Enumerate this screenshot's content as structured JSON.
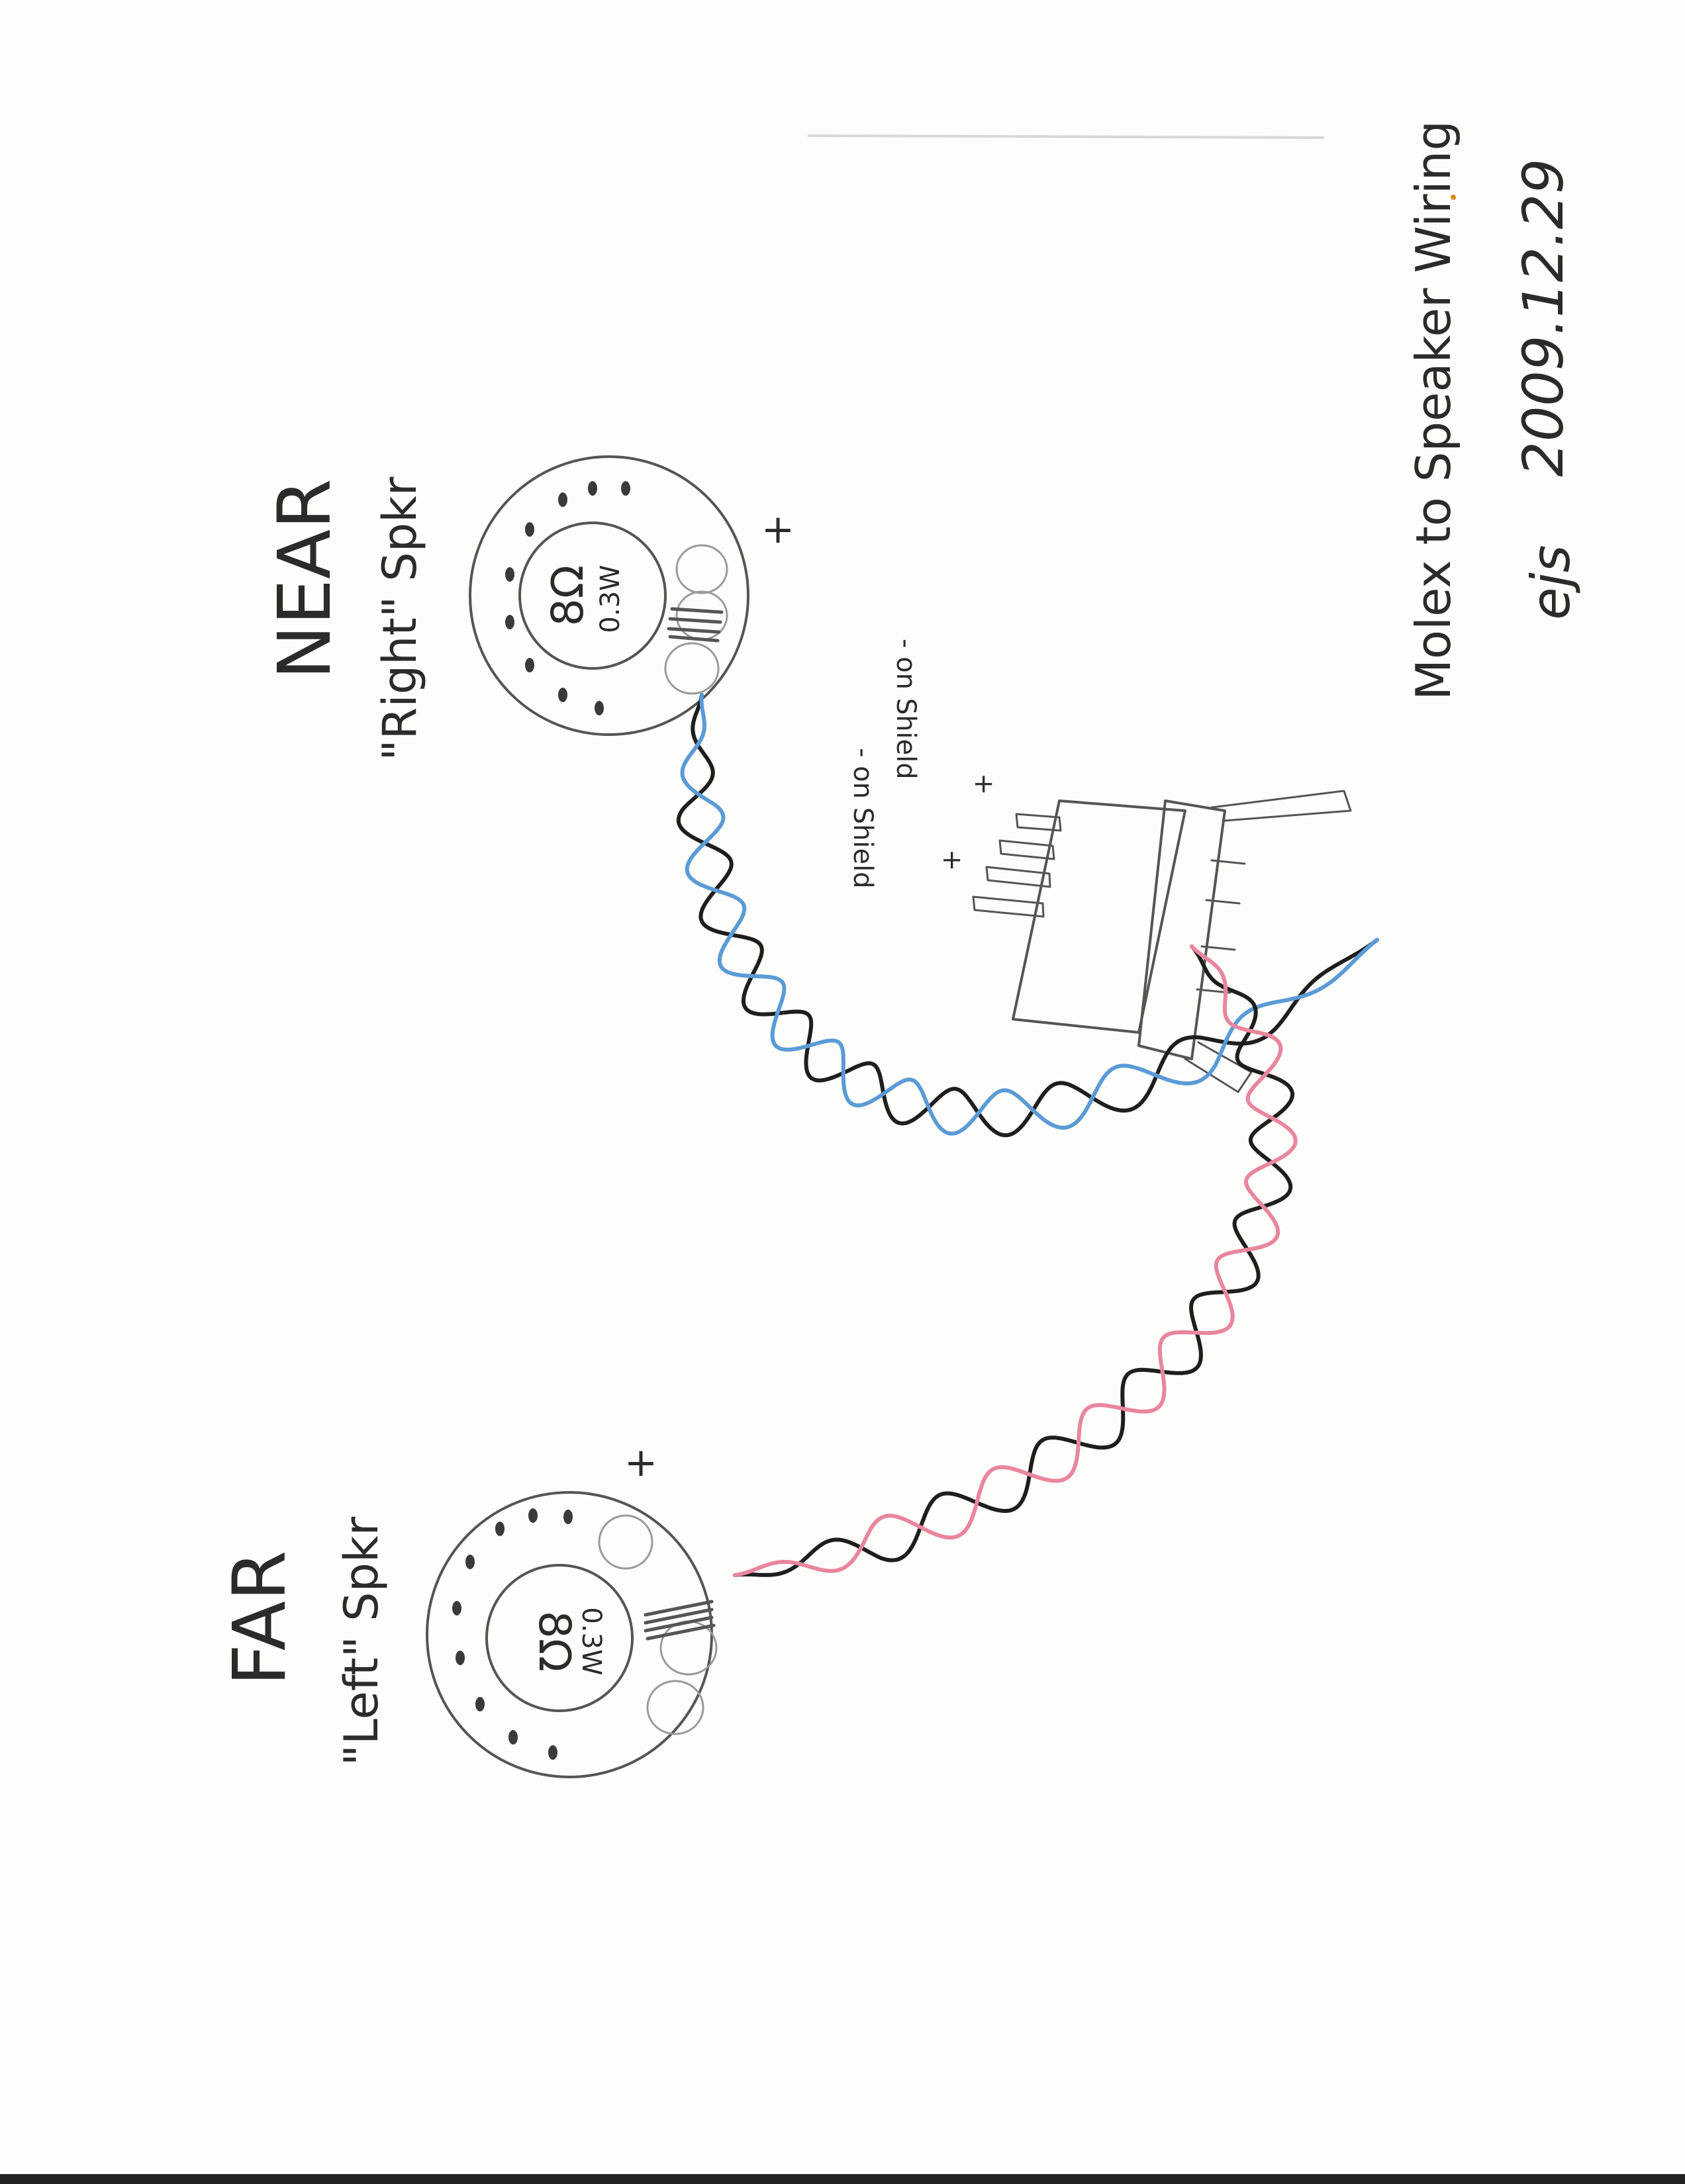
{
  "title": "Molex to Speaker Wiring",
  "initials": "ejs",
  "date": "2009.12.29",
  "near_speaker": {
    "position": "NEAR",
    "role": "\"Right\" Spkr",
    "impedance": "8Ω",
    "power": "0.3W",
    "polarity": "+"
  },
  "far_speaker": {
    "position": "FAR",
    "role": "\"Left\" Spkr",
    "impedance": "8Ω",
    "power": "0.3W",
    "polarity": "+"
  },
  "connector": {
    "pin_labels": [
      "+",
      "- on Shield",
      "+",
      "- on Shield"
    ]
  },
  "wire_colors": {
    "right_positive": "#5b9bd5",
    "left_positive": "#e8869d",
    "ground": "#1e1e1e"
  }
}
